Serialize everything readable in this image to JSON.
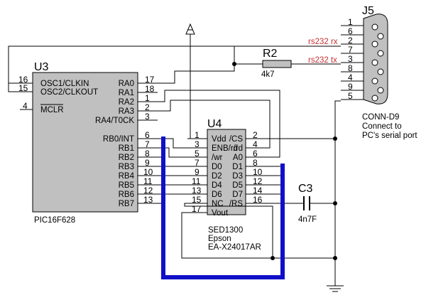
{
  "u3": {
    "ref": "U3",
    "part": "PIC16F628",
    "left_pins": [
      {
        "num": "16",
        "name": "OSC1/CLKIN"
      },
      {
        "num": "15",
        "name": "OSC2/CLKOUT"
      },
      {
        "num": "4",
        "name": "MCLR"
      }
    ],
    "right_pins": [
      {
        "num": "17",
        "name": "RA0"
      },
      {
        "num": "18",
        "name": "RA1"
      },
      {
        "num": "1",
        "name": "RA2"
      },
      {
        "num": "2",
        "name": "RA3"
      },
      {
        "num": "3",
        "name": "RA4/T0CK"
      },
      {
        "num": "6",
        "name": "RB0/INT"
      },
      {
        "num": "7",
        "name": "RB1"
      },
      {
        "num": "8",
        "name": "RB2"
      },
      {
        "num": "9",
        "name": "RB3"
      },
      {
        "num": "10",
        "name": "RB4"
      },
      {
        "num": "11",
        "name": "RB5"
      },
      {
        "num": "12",
        "name": "RB6"
      },
      {
        "num": "13",
        "name": "RB7"
      }
    ]
  },
  "u4": {
    "ref": "U4",
    "part": "SED1300",
    "maker": "Epson",
    "model": "EA-X24017AR",
    "left_pins": [
      {
        "num": "1",
        "name": "Vdd"
      },
      {
        "num": "3",
        "name": "ENB/rd"
      },
      {
        "num": "5",
        "name": "/wr"
      },
      {
        "num": "7",
        "name": "D0"
      },
      {
        "num": "9",
        "name": "D2"
      },
      {
        "num": "11",
        "name": "D4"
      },
      {
        "num": "13",
        "name": "D6"
      },
      {
        "num": "15",
        "name": "NC"
      },
      {
        "num": "17",
        "name": "Vout"
      }
    ],
    "right_pins": [
      {
        "num": "2",
        "name": "/CS"
      },
      {
        "num": "4",
        "name": "/rd"
      },
      {
        "num": "6",
        "name": "A0"
      },
      {
        "num": "8",
        "name": "D1"
      },
      {
        "num": "10",
        "name": "D3"
      },
      {
        "num": "12",
        "name": "D5"
      },
      {
        "num": "14",
        "name": "D7"
      },
      {
        "num": "16",
        "name": "/RS"
      }
    ]
  },
  "j5": {
    "ref": "J5",
    "part": "CONN-D9",
    "note_line1": "Connect to",
    "note_line2": "PC's serial port",
    "pins": [
      "1",
      "6",
      "2",
      "7",
      "3",
      "8",
      "4",
      "9",
      "5"
    ]
  },
  "r2": {
    "ref": "R2",
    "value": "4k7"
  },
  "c3": {
    "ref": "C3",
    "value": "4n7F"
  },
  "nets": {
    "rx": "rs232 rx",
    "tx": "rs232 tx"
  },
  "colors": {
    "wire": "#000000",
    "bus": "#1010c8",
    "netlabel": "#c83232",
    "body": "#c0c0c0"
  }
}
